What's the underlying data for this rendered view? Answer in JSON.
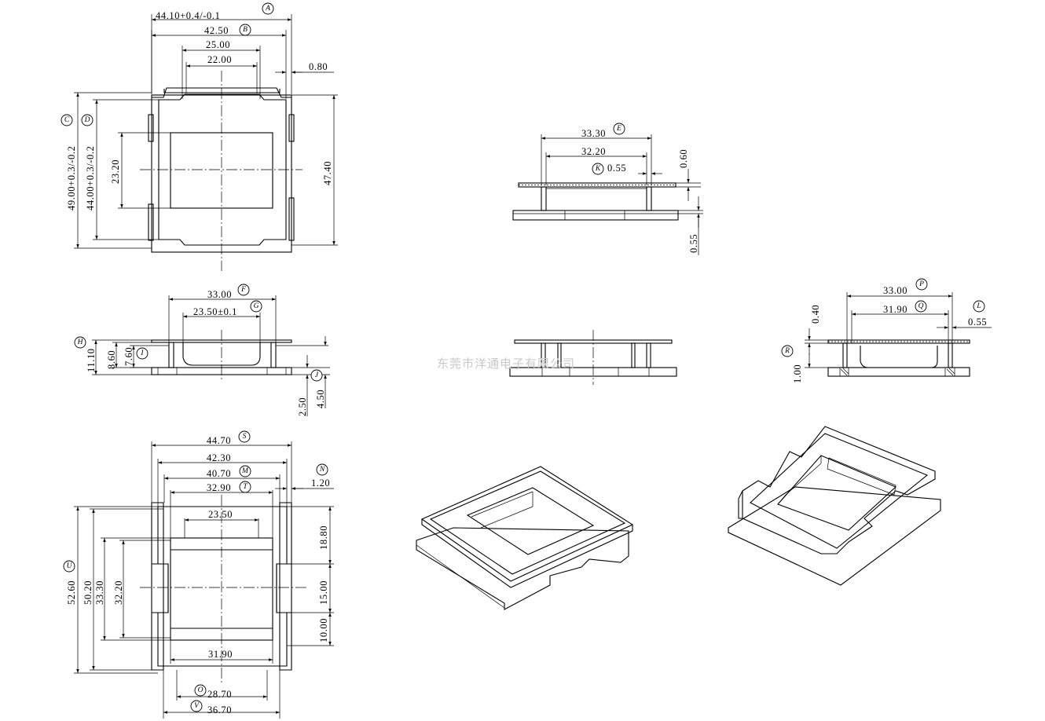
{
  "watermark": "东莞市洋通电子有限公司",
  "dims": {
    "top": {
      "w_total": "44.10+0.4/-0.1",
      "w_b": "42.50",
      "w_25": "25.00",
      "w_22": "22.00",
      "t_080": "0.80",
      "h_c": "49.00+0.3/-0.2",
      "h_d": "44.00+0.3/-0.2",
      "h_232": "23.20",
      "h_474": "47.40"
    },
    "side_right": {
      "w_3330": "33.30",
      "w_3220": "32.20",
      "t_055": "0.55",
      "h_060": "0.60",
      "h_055": "0.55"
    },
    "side_left": {
      "w_3300": "33.00",
      "w_2350": "23.50±0.1",
      "h_1110": "11.10",
      "h_860": "8.60",
      "h_760": "7.60",
      "h_250": "2.50",
      "h_450": "4.50"
    },
    "section_right": {
      "w_3300": "33.00",
      "w_3190": "31.90",
      "t_055": "0.55",
      "h_040": "0.40",
      "h_100": "1.00"
    },
    "bottom": {
      "w_4470": "44.70",
      "w_4230": "42.30",
      "w_4070": "40.70",
      "w_3290": "32.90",
      "w_2350": "23.50",
      "t_120": "1.20",
      "w_3190": "31.90",
      "w_2870": "28.70",
      "w_3670": "36.70",
      "h_5260": "52.60",
      "h_5020": "50.20",
      "h_3330": "33.30",
      "h_3220": "32.20",
      "h_1880": "18.80",
      "h_1500": "15.00",
      "h_1000": "10.00"
    }
  },
  "tags": [
    "A",
    "B",
    "C",
    "D",
    "E",
    "F",
    "G",
    "H",
    "I",
    "J",
    "K",
    "L",
    "M",
    "N",
    "O",
    "P",
    "Q",
    "R",
    "S",
    "T",
    "U",
    "V"
  ]
}
